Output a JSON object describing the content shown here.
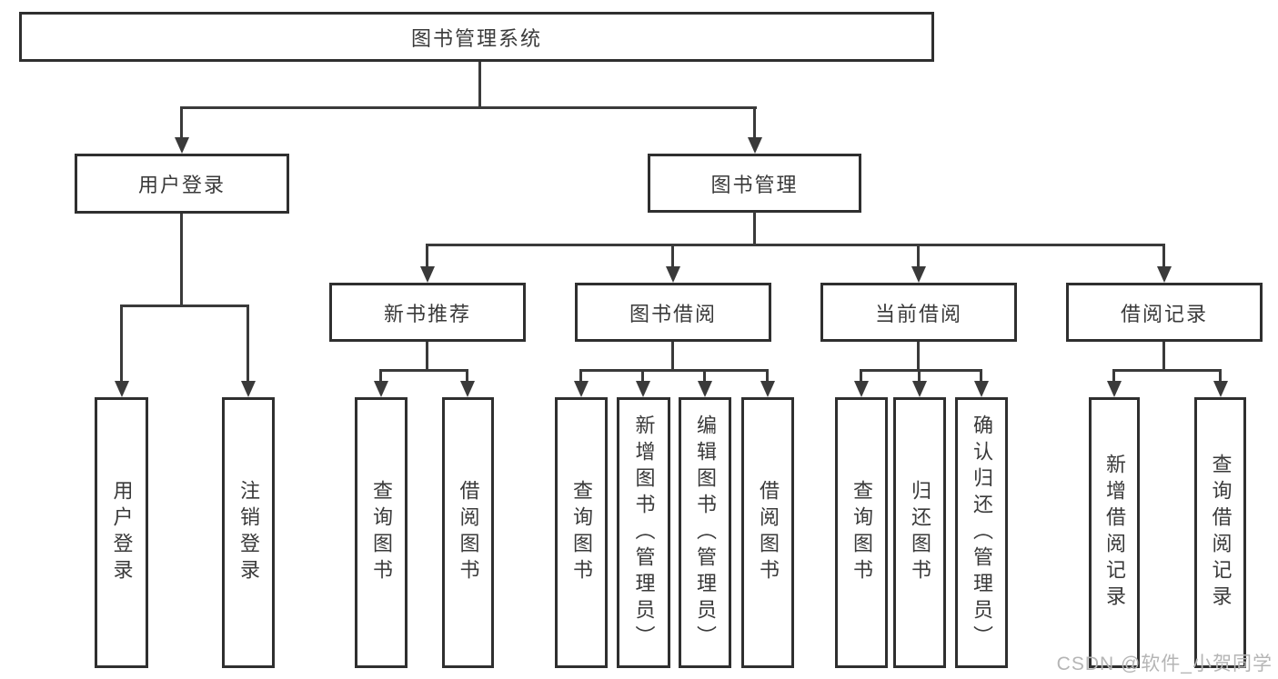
{
  "tree": {
    "label": "图书管理系统",
    "children": [
      {
        "label": "用户登录",
        "children": [
          {
            "label": "用户登录"
          },
          {
            "label": "注销登录"
          }
        ]
      },
      {
        "label": "图书管理",
        "children": [
          {
            "label": "新书推荐",
            "children": [
              {
                "label": "查询图书"
              },
              {
                "label": "借阅图书"
              }
            ]
          },
          {
            "label": "图书借阅",
            "children": [
              {
                "label": "查询图书"
              },
              {
                "label": "新增图书（管理员）"
              },
              {
                "label": "编辑图书（管理员）"
              },
              {
                "label": "借阅图书"
              }
            ]
          },
          {
            "label": "当前借阅",
            "children": [
              {
                "label": "查询图书"
              },
              {
                "label": "归还图书"
              },
              {
                "label": "确认归还（管理员）"
              }
            ]
          },
          {
            "label": "借阅记录",
            "children": [
              {
                "label": "新增借阅记录"
              },
              {
                "label": "查询借阅记录"
              }
            ]
          }
        ]
      }
    ]
  },
  "watermark": "CSDN @软件_小贺同学",
  "colors": {
    "border": "#2f2f2f",
    "line": "#3a3a3a",
    "text": "#3a3a3a",
    "watermark": "#b5b5b5",
    "background": "#ffffff"
  }
}
